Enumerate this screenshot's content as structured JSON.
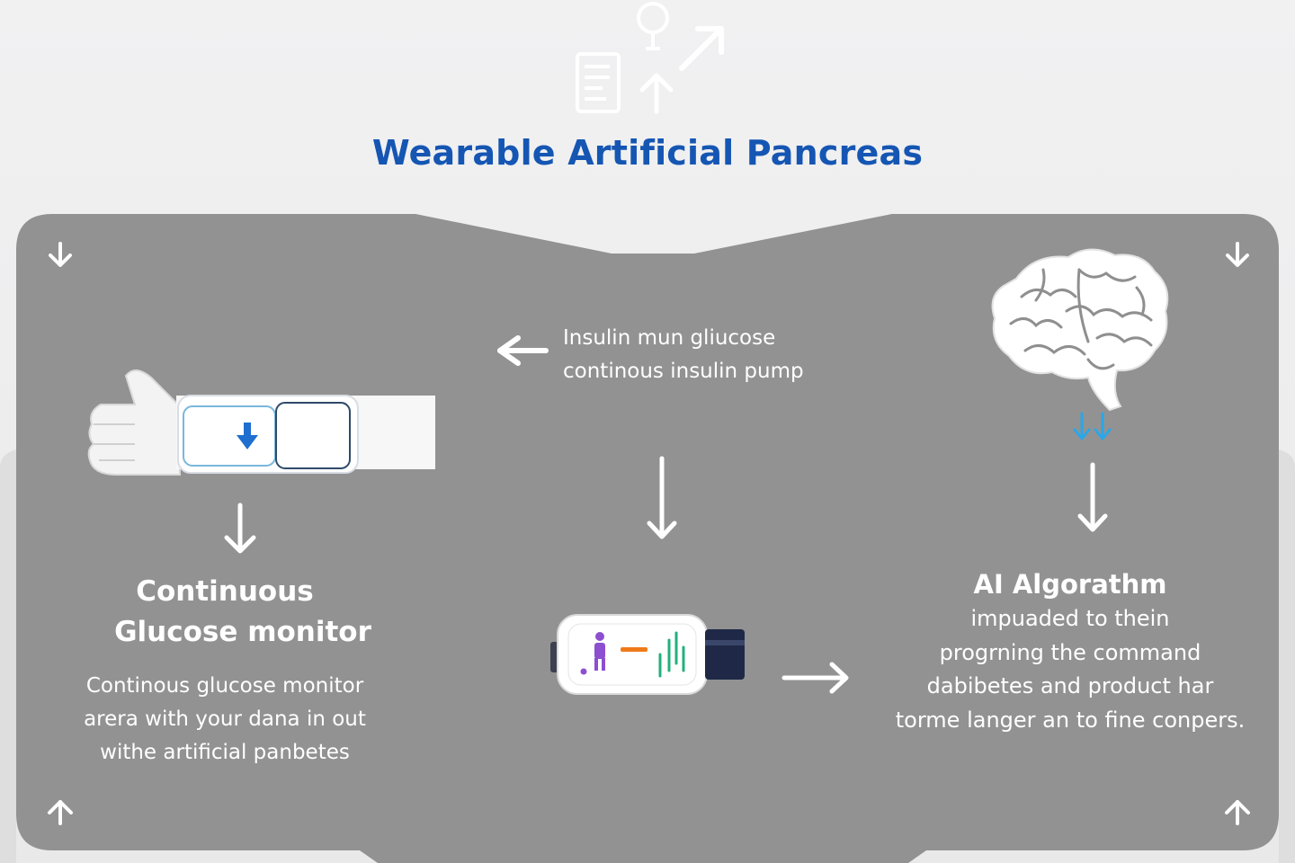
{
  "title": "Wearable Artificial Pancreas",
  "colors": {
    "title": "#1556b3",
    "panel": "#929292",
    "background": "#ececed",
    "arrow": "#ffffff",
    "accent_blue": "#1e6fd0",
    "accent_cyan": "#2aa7e8"
  },
  "icons": [
    "document-icon",
    "up-arrow-icon",
    "location-pin-icon",
    "diagonal-arrow-icon",
    "brain-icon",
    "hand-icon",
    "cgm-sensor-icon",
    "insulin-pump-icon"
  ],
  "cgm": {
    "title_lines": [
      "Continuous",
      "Glucose monitor"
    ],
    "desc_lines": [
      "Continous glucose monitor",
      "arera with your dana in out",
      "withe artificial panbetes"
    ]
  },
  "pump": {
    "label_lines": [
      "Insulin mun gliucose",
      "continous insulin pump"
    ]
  },
  "ai": {
    "title": "AI Algorathm",
    "desc_lines": [
      "impuaded to thein",
      "progrning the command",
      "dabibetes and product har",
      "torme langer an to fine conpers."
    ]
  }
}
